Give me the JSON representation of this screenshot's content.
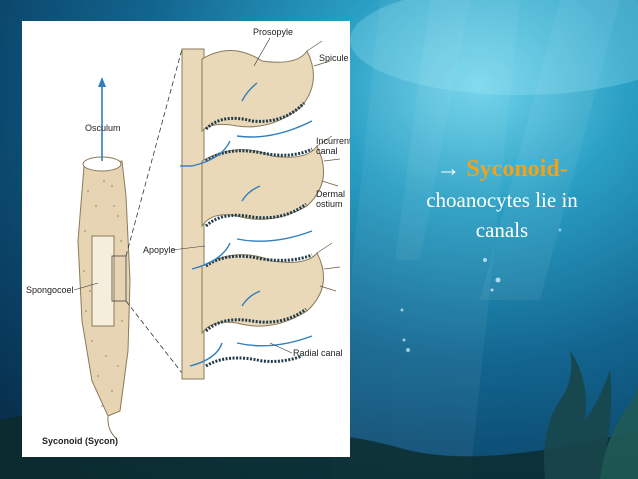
{
  "slide": {
    "arrow_glyph": "→",
    "keyword": "Syconoid",
    "dash": "-",
    "body_line1": "choanocytes lie in",
    "body_line2": "canals"
  },
  "figure": {
    "labels": {
      "prosopyle": "Prosopyle",
      "spicule": "Spicule",
      "osculum": "Osculum",
      "incurrent_canal_1": "Incurrent",
      "incurrent_canal_2": "canal",
      "dermal_ostium_1": "Dermal",
      "dermal_ostium_2": "ostium",
      "apopyle": "Apopyle",
      "spongocoel": "Spongocoel",
      "radial_canal": "Radial canal",
      "caption": "Syconoid (Sycon)"
    }
  },
  "colors": {
    "accent": "#f0a21a",
    "canal_fill": "#e9d9b8",
    "flow_arrow": "#2f7fbf",
    "choanocyte": "#1f3a4a"
  }
}
